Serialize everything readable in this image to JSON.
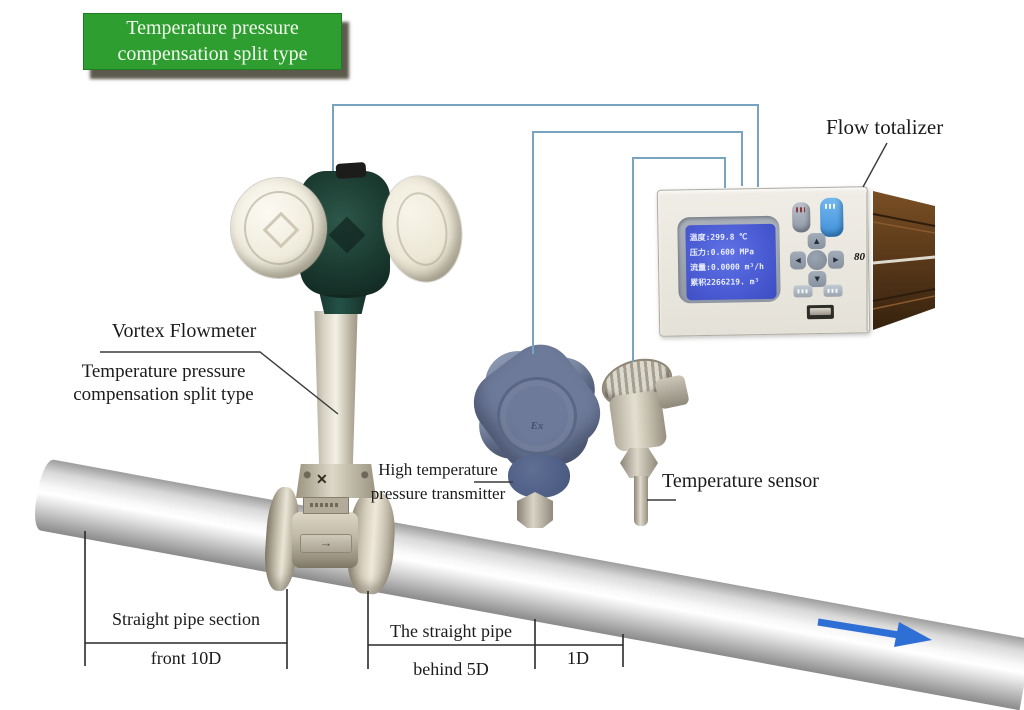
{
  "title_badge": {
    "line1": "Temperature pressure",
    "line2": "compensation split type"
  },
  "labels": {
    "flow_totalizer": "Flow totalizer",
    "vortex_flowmeter": "Vortex Flowmeter",
    "vortex_flowmeter_sub1": "Temperature pressure",
    "vortex_flowmeter_sub2": "compensation split type",
    "pressure_transmitter_line1": "High temperature",
    "pressure_transmitter_line2": "pressure transmitter",
    "temperature_sensor": "Temperature sensor"
  },
  "totalizer": {
    "screen_lines": [
      "温度:299.8  ℃",
      "压力:0.600 MPa",
      "流量:0.0000 m³/h",
      "累积2266219. m³"
    ],
    "side_marking": "80"
  },
  "transmitter": {
    "face_marking": "Ex"
  },
  "flow_direction_tag": "→",
  "dimensions": {
    "front_line1": "Straight pipe section",
    "front_line2": "front 10D",
    "behind_line1": "The straight pipe",
    "behind_line2": "behind 5D",
    "gap_label": "1D"
  },
  "colors": {
    "badge_green": "#2f9e31",
    "connector_blue": "#78a4c2",
    "flow_arrow_blue": "#2e6fd6",
    "screen_blue": "#4b5cd4",
    "flowmeter_head_green": "#1b3b31",
    "transmitter_blue": "#6e7a99",
    "totalizer_case_brown": "#5b3a1a"
  }
}
